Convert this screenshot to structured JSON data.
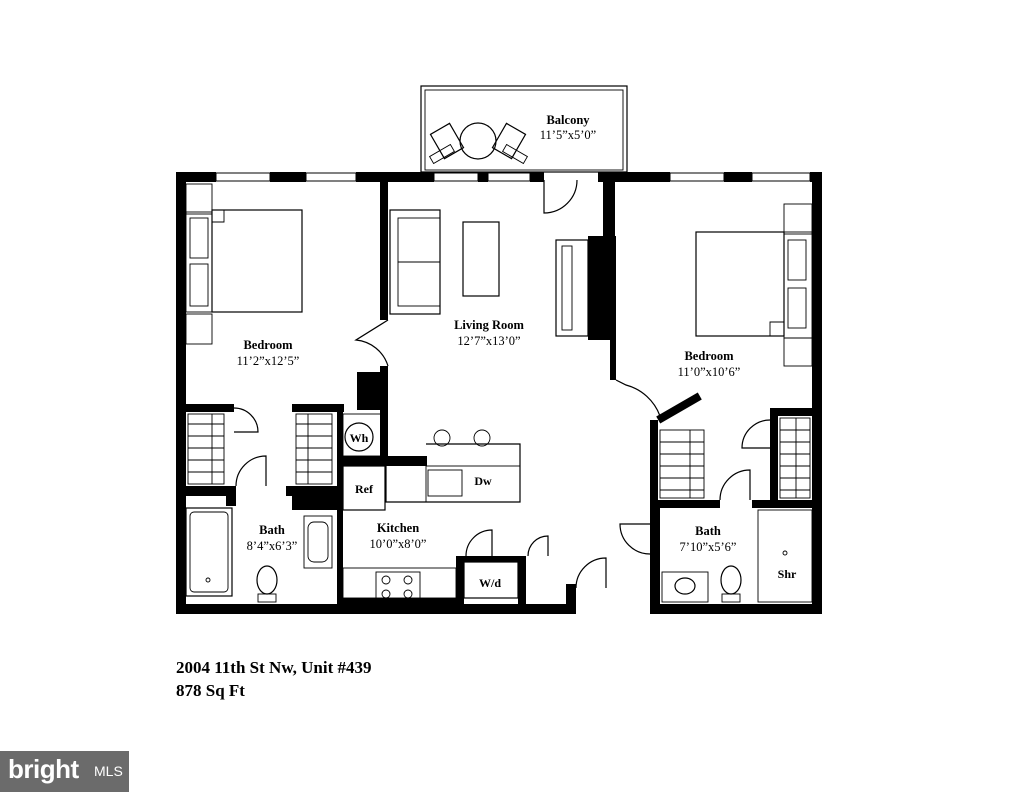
{
  "rooms": {
    "balcony": {
      "name": "Balcony",
      "dims": "11’5”x5’0”"
    },
    "bedroom_left": {
      "name": "Bedroom",
      "dims": "11’2”x12’5”"
    },
    "living": {
      "name": "Living Room",
      "dims": "12’7”x13’0”"
    },
    "bedroom_right": {
      "name": "Bedroom",
      "dims": "11’0”x10’6”"
    },
    "bath_left": {
      "name": "Bath",
      "dims": "8’4”x6’3”"
    },
    "kitchen": {
      "name": "Kitchen",
      "dims": "10’0”x8’0”"
    },
    "bath_right": {
      "name": "Bath",
      "dims": "7’10”x5’6”"
    }
  },
  "fixtures": {
    "water_heater": "Wh",
    "refrigerator": "Ref",
    "dishwasher": "Dw",
    "washer_dryer": "W/d",
    "shower": "Shr"
  },
  "caption": {
    "address": "2004 11th St Nw, Unit #439",
    "area": "878 Sq Ft"
  },
  "watermark": {
    "brand": "bright",
    "suffix": "MLS"
  }
}
